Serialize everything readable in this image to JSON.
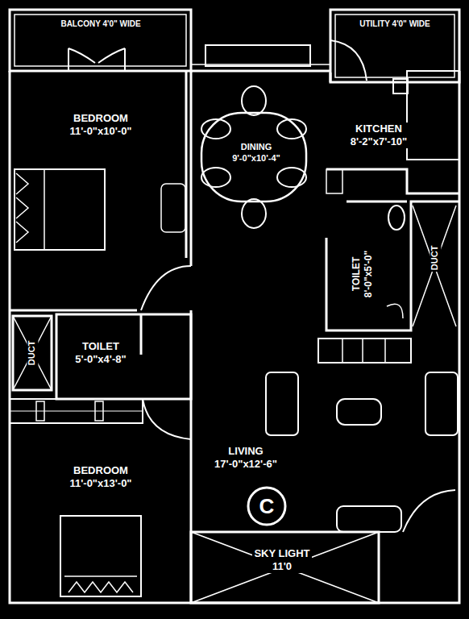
{
  "diagram": {
    "nodes": [
      {
        "text": [
          "BALCONY 4'0\" WIDE"
        ]
      },
      {
        "text": [
          "UTILITY 4'0\" WIDE"
        ]
      },
      {
        "text": [
          "BEDROOM",
          "11'-0\"x10'-0\""
        ]
      },
      {
        "text": [
          "DINING",
          "9'-0\"x10'-4\""
        ]
      },
      {
        "text": [
          "KITCHEN",
          "8'-2\"x7'-10\""
        ]
      },
      {
        "text": [
          "TOILET",
          "8'-0\"x5'-0\""
        ]
      },
      {
        "text": [
          "DUCT"
        ]
      },
      {
        "text": [
          "DUCT"
        ]
      },
      {
        "text": [
          "TOILET",
          "5'-0\"x4'-8\""
        ]
      },
      {
        "text": [
          "LIVING",
          "17'-0\"x12'-6\""
        ]
      },
      {
        "text": [
          "BEDROOM",
          "11'-0\"x13'-0\""
        ]
      },
      {
        "text": [
          "SKY LIGHT",
          "11'0"
        ]
      }
    ],
    "labels": [
      "C"
    ]
  }
}
